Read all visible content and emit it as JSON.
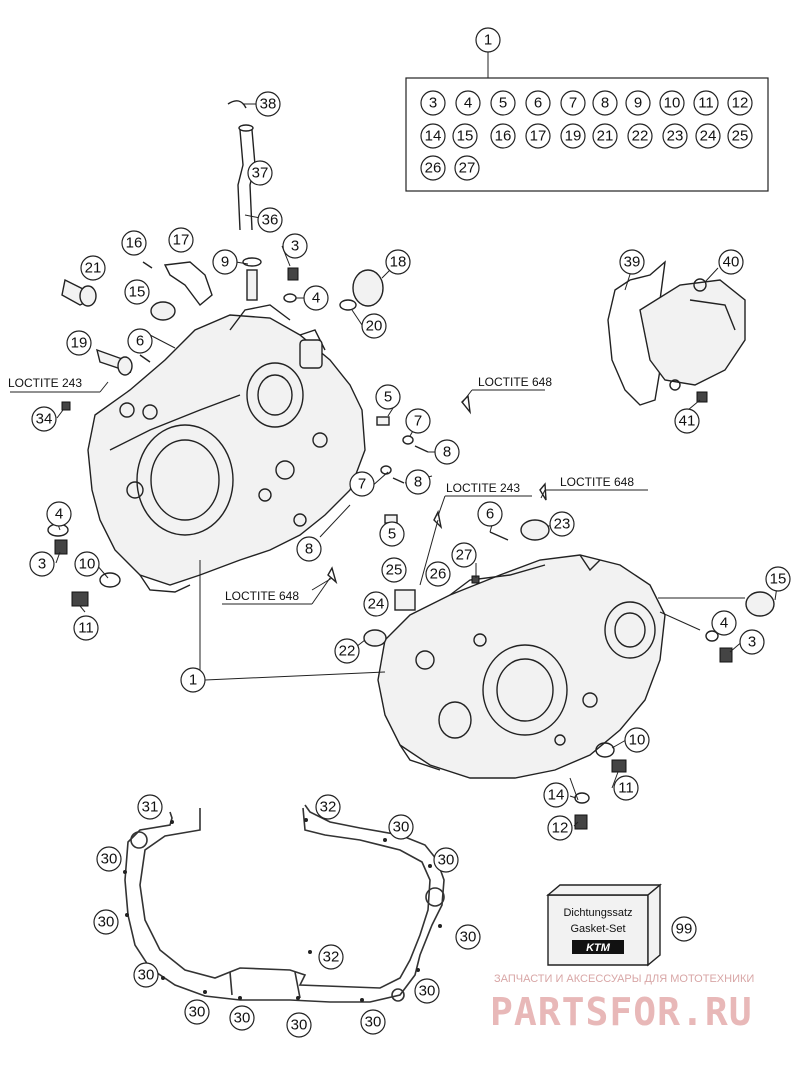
{
  "diagram": {
    "kit_label": "1",
    "kit_items": [
      "3",
      "4",
      "5",
      "6",
      "7",
      "8",
      "9",
      "10",
      "11",
      "12",
      "14",
      "15",
      "16",
      "17",
      "19",
      "21",
      "22",
      "23",
      "24",
      "25",
      "26",
      "27"
    ],
    "loctite_labels": [
      "LOCTITE 243",
      "LOCTITE 648",
      "LOCTITE 648",
      "LOCTITE 243",
      "LOCTITE 648"
    ],
    "gasket_set_box": {
      "line1": "Dichtungssatz",
      "line2": "Gasket-Set",
      "logo": "KTM",
      "ref": "99"
    },
    "callouts": [
      "38",
      "37",
      "36",
      "3",
      "9",
      "16",
      "17",
      "21",
      "15",
      "18",
      "4",
      "20",
      "6",
      "19",
      "39",
      "40",
      "41",
      "34",
      "5",
      "7",
      "8",
      "7",
      "8",
      "4",
      "3",
      "10",
      "11",
      "5",
      "8",
      "6",
      "23",
      "27",
      "25",
      "26",
      "24",
      "22",
      "15",
      "4",
      "3",
      "10",
      "11",
      "14",
      "12",
      "1",
      "31",
      "32",
      "30",
      "30",
      "30",
      "30",
      "30",
      "30",
      "32",
      "30",
      "30",
      "30",
      "30",
      "30",
      "30"
    ]
  },
  "watermark": {
    "tagline": "ЗАПЧАСТИ И АКСЕССУАРЫ ДЛЯ МОТОТЕХНИКИ",
    "brand": "PARTSFOR.RU"
  }
}
